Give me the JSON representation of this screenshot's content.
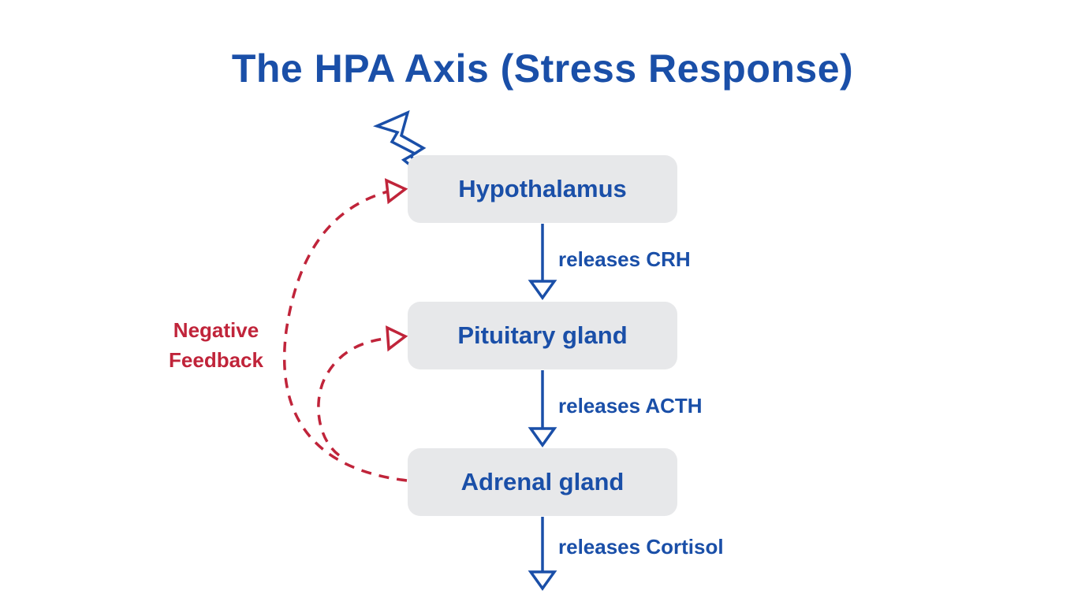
{
  "title": "The HPA Axis (Stress Response)",
  "stressor_icon": "lightning-bolt-icon",
  "nodes": [
    {
      "label": "Hypothalamus"
    },
    {
      "label": "Pituitary gland"
    },
    {
      "label": "Adrenal gland"
    }
  ],
  "steps": [
    {
      "label": "releases CRH"
    },
    {
      "label": "releases ACTH"
    },
    {
      "label": "releases Cortisol"
    }
  ],
  "feedback": {
    "line1": "Negative",
    "line2": "Feedback"
  },
  "colors": {
    "primary": "#1a4fa8",
    "feedback": "#c0243a",
    "box_fill": "#e7e8ea"
  }
}
